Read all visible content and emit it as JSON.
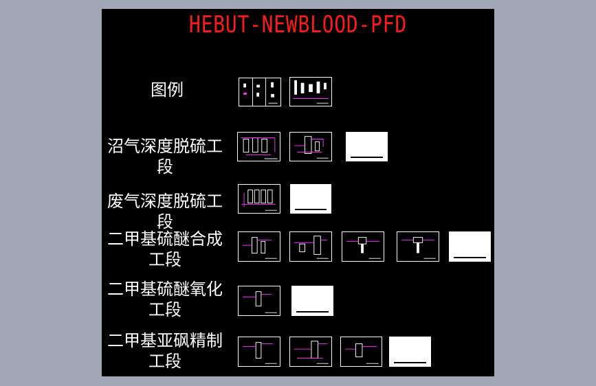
{
  "title": "HEBUT-NEWBLOOD-PFD",
  "colors": {
    "background": "#a1a8b3",
    "canvas": "#000000",
    "title": "#ff1a1a",
    "pipe": "#ff33ff",
    "line": "#ffffff"
  },
  "sections": [
    {
      "label": "图例",
      "thumb_count": 2,
      "blank_count": 0
    },
    {
      "label": "沼气深度脱硫工段",
      "thumb_count": 2,
      "blank_count": 1
    },
    {
      "label": "废气深度脱硫工段",
      "thumb_count": 1,
      "blank_count": 1
    },
    {
      "label": "二甲基硫醚合成工段",
      "thumb_count": 4,
      "blank_count": 1
    },
    {
      "label": "二甲基硫醚氧化工段",
      "thumb_count": 1,
      "blank_count": 1
    },
    {
      "label": "二甲基亚砜精制工段",
      "thumb_count": 3,
      "blank_count": 1
    }
  ]
}
